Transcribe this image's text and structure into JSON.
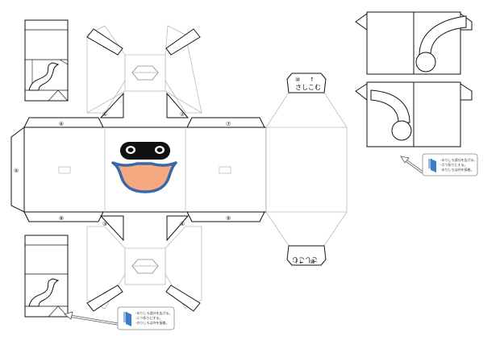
{
  "glue_tabs": {
    "t1": "①",
    "t2": "②",
    "t3": "③",
    "t4": "④",
    "t5": "⑤",
    "t6": "⑥",
    "t7": "⑦",
    "t8": "⑧",
    "t9": "⑨"
  },
  "top_flap": {
    "number": "⑩",
    "arrow": "↑",
    "text": "さしこむ"
  },
  "bottom_flap": {
    "number": "⑩",
    "arrow": "↓",
    "text": "さしこむ"
  },
  "instruction_note_1": {
    "line1": "-のりしろ部分を広げる。",
    "line2": "-二つ折りにする。",
    "line3": "-のりしろは外を接着。"
  },
  "instruction_note_2": {
    "line1": "-のりしろ部分を広げる。",
    "line2": "-二つ折りにする。",
    "line3": "-のりしろは外を接着。"
  },
  "colors": {
    "outline": "#111111",
    "fold_line": "#bbbbbb",
    "mouth_fill": "#f4a981",
    "mouth_outline": "#3a67a8",
    "eye_band": "#111111",
    "icon_blue": "#3d7cc7"
  }
}
